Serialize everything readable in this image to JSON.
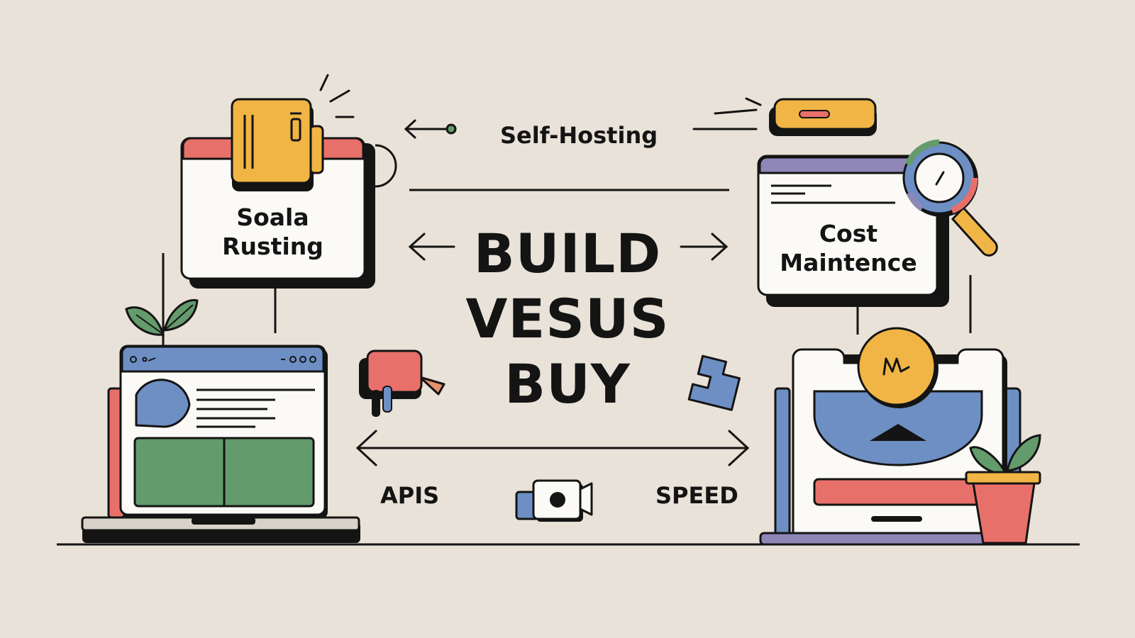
{
  "header_label": "Self-Hosting",
  "left_card": {
    "line1": "Soala",
    "line2": "Rusting"
  },
  "right_card": {
    "line1": "Cost",
    "line2": "Maintence"
  },
  "title": {
    "line1": "BUILD",
    "line2": "VESUS",
    "line3": "BUY"
  },
  "bottom_left_label": "APIS",
  "bottom_right_label": "SPEED",
  "colors": {
    "background": "#e9e2d8",
    "ink": "#141414",
    "yellow": "#f0b544",
    "red": "#e8706a",
    "blue": "#6d8fc4",
    "green": "#649b6c",
    "purple": "#8e87b8",
    "white": "#fbfaf7"
  },
  "icons": [
    "mug-icon",
    "sparkle-icon",
    "arrow-left-icon",
    "arrow-right-icon",
    "double-arrow-icon",
    "magnifier-icon",
    "laptop-icon",
    "browser-window-icon",
    "plant-icon",
    "potted-plant-icon",
    "chat-bubble-icon",
    "puzzle-piece-icon",
    "camera-icon",
    "coin-icon",
    "pill-button-icon"
  ]
}
